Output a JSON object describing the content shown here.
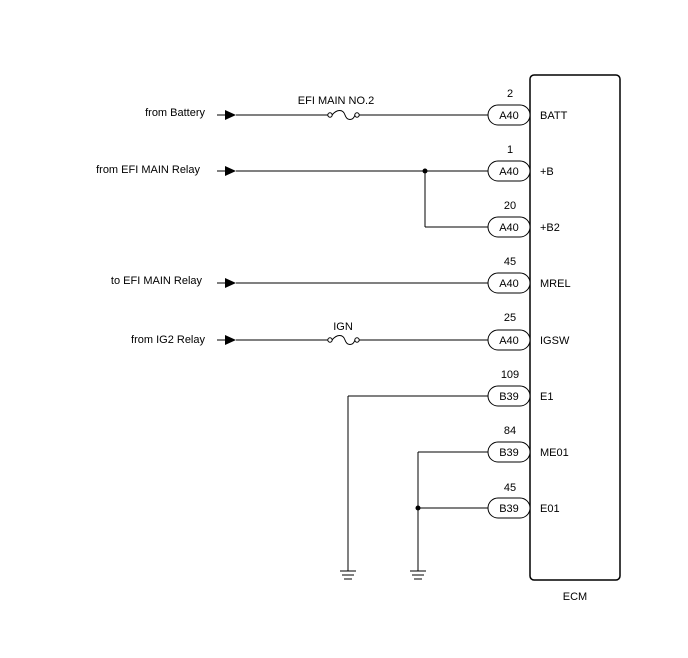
{
  "ecm_label": "ECM",
  "inputs": [
    {
      "source": "from Battery",
      "fuse": "EFI MAIN NO.2",
      "pin": "2",
      "connector": "A40",
      "terminal": "BATT"
    },
    {
      "source": "from EFI MAIN Relay",
      "fuse": "",
      "pin": "1",
      "connector": "A40",
      "terminal": "+B"
    },
    {
      "source": "",
      "fuse": "",
      "pin": "20",
      "connector": "A40",
      "terminal": "+B2"
    },
    {
      "source": "to EFI MAIN Relay",
      "fuse": "",
      "pin": "45",
      "connector": "A40",
      "terminal": "MREL"
    },
    {
      "source": "from IG2 Relay",
      "fuse": "IGN",
      "pin": "25",
      "connector": "A40",
      "terminal": "IGSW"
    },
    {
      "source": "",
      "fuse": "",
      "pin": "109",
      "connector": "B39",
      "terminal": "E1"
    },
    {
      "source": "",
      "fuse": "",
      "pin": "84",
      "connector": "B39",
      "terminal": "ME01"
    },
    {
      "source": "",
      "fuse": "",
      "pin": "45",
      "connector": "B39",
      "terminal": "E01"
    }
  ],
  "icons": {
    "arrow": "arrow-right-icon",
    "fuse": "fuse-icon",
    "ground": "ground-icon",
    "junction": "junction-dot-icon"
  }
}
